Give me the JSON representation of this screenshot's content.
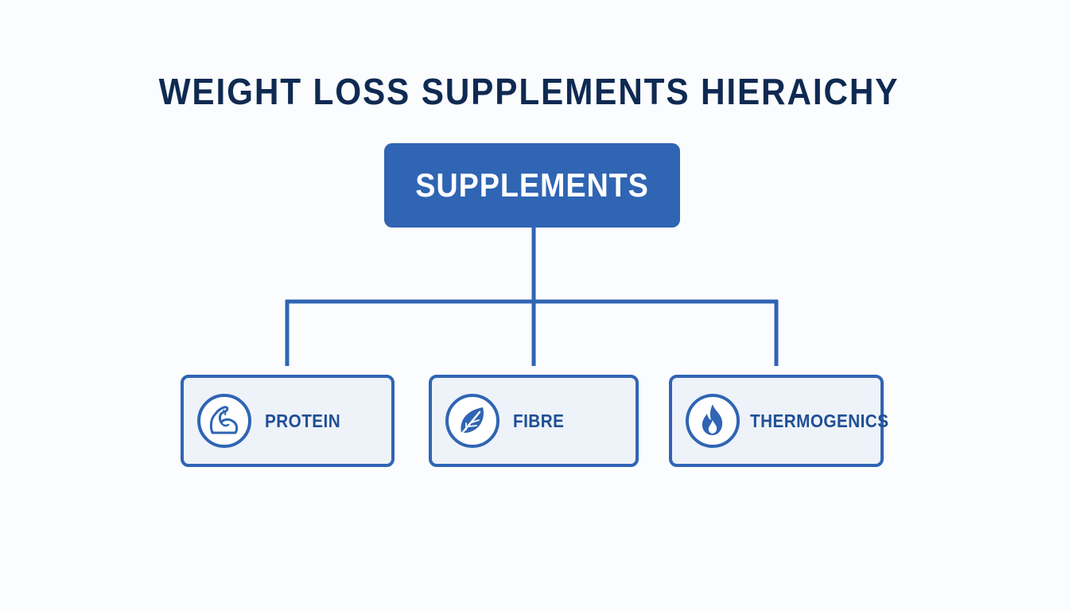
{
  "title": "WEIGHT LOSS SUPPLEMENTS HIERAICHY",
  "root": {
    "label": "SUPPLEMENTS"
  },
  "children": [
    {
      "label": "PROTEIN",
      "icon": "flexed-arm-icon"
    },
    {
      "label": "FIBRE",
      "icon": "leaf-icon"
    },
    {
      "label": "THERMOGENICS",
      "icon": "flame-icon"
    }
  ],
  "colors": {
    "title": "#0f2a52",
    "accent": "#2f65b3",
    "node_fill": "#eef2f9",
    "background": "#fbfcfe"
  }
}
